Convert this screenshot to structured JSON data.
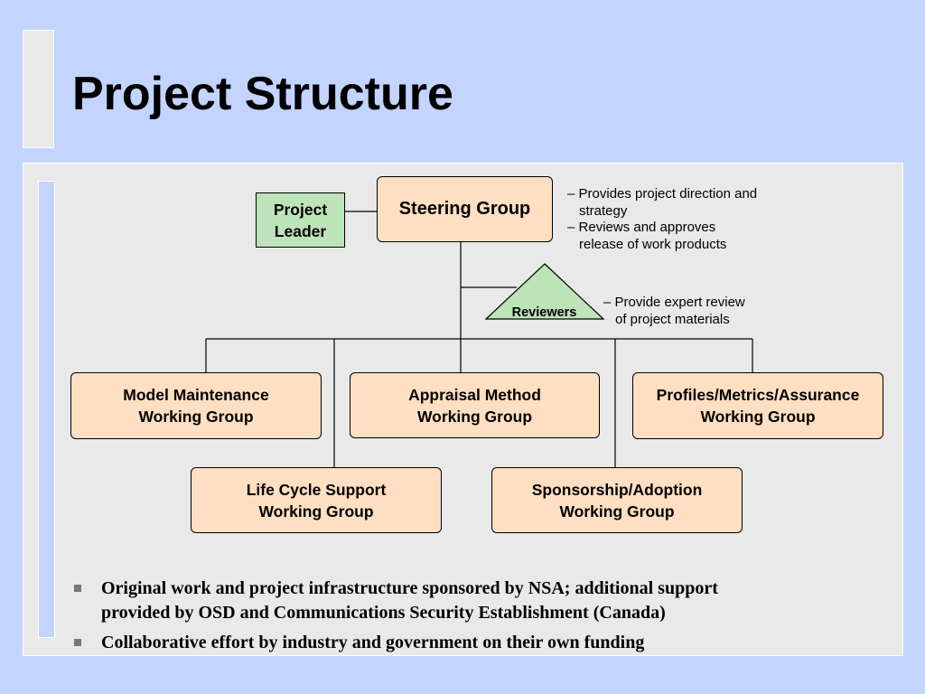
{
  "title": "Project Structure",
  "diagram": {
    "project_leader": [
      "Project",
      "Leader"
    ],
    "steering_group": "Steering Group",
    "reviewers": "Reviewers",
    "steering_notes": [
      {
        "dash": "– ",
        "lines": [
          "Provides project direction and",
          "strategy"
        ]
      },
      {
        "dash": "– ",
        "lines": [
          "Reviews and approves",
          "release of work products"
        ]
      }
    ],
    "reviewers_note": {
      "dash": "– ",
      "lines": [
        "Provide expert review",
        "of project materials"
      ]
    },
    "working_groups": {
      "model_maintenance": [
        "Model Maintenance",
        "Working Group"
      ],
      "appraisal_method": [
        "Appraisal Method",
        "Working Group"
      ],
      "profiles_metrics": [
        "Profiles/Metrics/Assurance",
        "Working Group"
      ],
      "life_cycle": [
        "Life Cycle Support",
        "Working Group"
      ],
      "sponsorship": [
        "Sponsorship/Adoption",
        "Working Group"
      ]
    }
  },
  "bullets": [
    [
      "Original work and project infrastructure sponsored by NSA; additional support",
      "provided by OSD and Communications Security Establishment (Canada)"
    ],
    [
      "Collaborative effort by industry and government on their own funding"
    ]
  ],
  "colors": {
    "background": "#c3d4ff",
    "panel": "#e9e9e9",
    "group_box": "#ffdfc2",
    "leader_box": "#bde3b8"
  }
}
